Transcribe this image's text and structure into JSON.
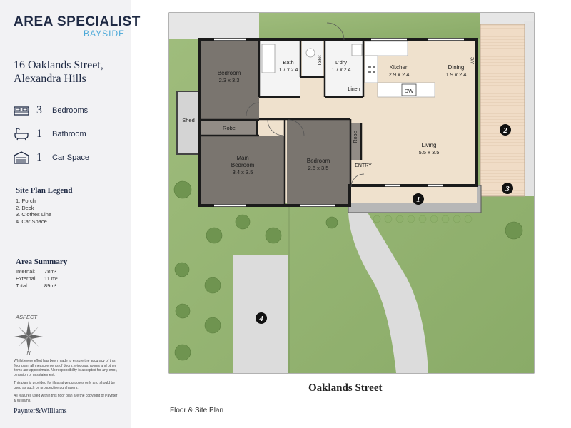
{
  "brand": {
    "name": "AREA SPECIALIST",
    "sub": "BAYSIDE"
  },
  "property": {
    "address": "16 Oaklands Street,\nAlexandra Hills",
    "features": [
      {
        "icon": "bed-icon",
        "count": "3",
        "label": "Bedrooms"
      },
      {
        "icon": "bath-icon",
        "count": "1",
        "label": "Bathroom"
      },
      {
        "icon": "garage-icon",
        "count": "1",
        "label": "Car Space"
      }
    ]
  },
  "legend": {
    "title": "Site Plan Legend",
    "items": [
      "1. Porch",
      "2. Deck",
      "3. Clothes Line",
      "4. Car Space"
    ]
  },
  "area_summary": {
    "title": "Area Summary",
    "rows": [
      {
        "label": "Internal:",
        "value": "78m²"
      },
      {
        "label": "External:",
        "value": "11 m²"
      },
      {
        "label": "Total:",
        "value": "89m²"
      }
    ]
  },
  "aspect": {
    "label": "ASPECT",
    "north": "N"
  },
  "disclaimer": [
    "Whilst every effort has been made to ensure the accuracy of this floor plan, all measurements of doors, windows, rooms and other items are approximate. No responsibility is accepted for any error, omission or misstatement.",
    "This plan is provided for illustrative purposes only and should be used as such by prospective purchasers.",
    "All features used within this floor plan are the copyright of Paynter & Williams."
  ],
  "credit": "Paynter&Williams",
  "rooms": {
    "bedroom": {
      "name": "Bedroom",
      "dims": "2.3 x 3.3"
    },
    "bath": {
      "name": "Bath",
      "dims": "1.7 x 2.4"
    },
    "toilet": {
      "name": "Toilet"
    },
    "laundry": {
      "name": "L'dry",
      "dims": "1.7 x 2.4"
    },
    "linen": {
      "name": "Linen"
    },
    "kitchen": {
      "name": "Kitchen",
      "dims": "2.9 x 2.4"
    },
    "dining": {
      "name": "Dining",
      "dims": "1.9 x 2.4"
    },
    "ac": {
      "name": "A/C"
    },
    "dw": {
      "name": "DW"
    },
    "shed": {
      "name": "Shed"
    },
    "robe1": {
      "name": "Robe"
    },
    "robe2": {
      "name": "Robe"
    },
    "main_bedroom": {
      "name": "Main",
      "name2": "Bedroom",
      "dims": "3.4 x 3.5"
    },
    "bedroom2": {
      "name": "Bedroom",
      "dims": "2.6 x 3.5"
    },
    "living": {
      "name": "Living",
      "dims": "5.5 x 3.5"
    },
    "entry": {
      "name": "ENTRY"
    }
  },
  "markers": [
    "1",
    "2",
    "3",
    "4"
  ],
  "street": "Oaklands Street",
  "plan_label": "Floor & Site Plan"
}
